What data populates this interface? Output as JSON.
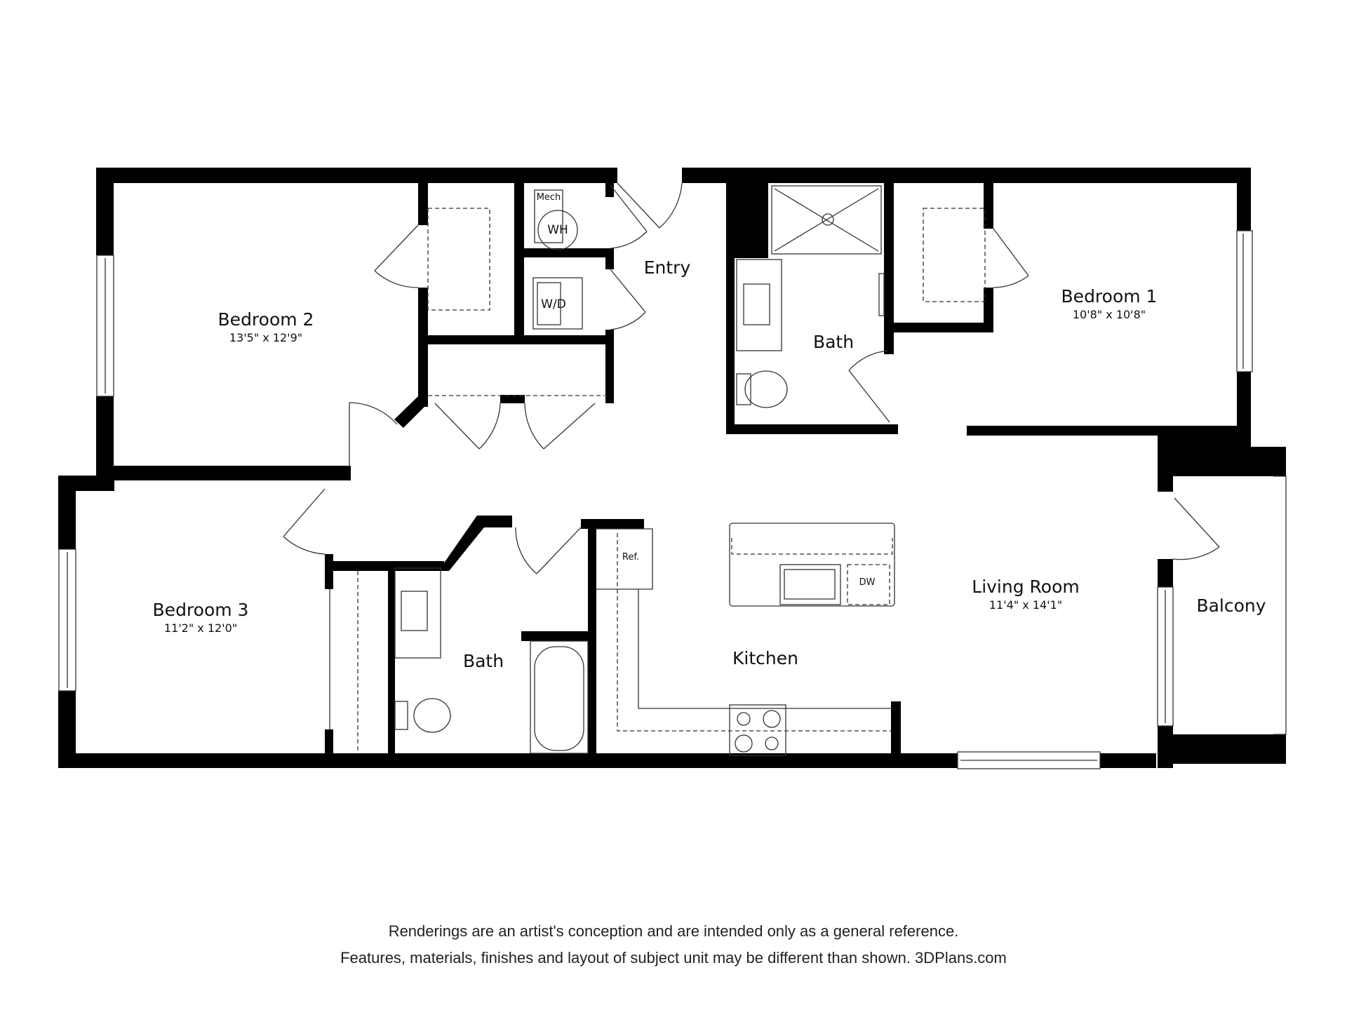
{
  "floorplan": {
    "rooms": [
      {
        "id": "bedroom-2",
        "name": "Bedroom 2",
        "dimensions": "13'5\" x 12'9\""
      },
      {
        "id": "bedroom-1",
        "name": "Bedroom 1",
        "dimensions": "10'8\" x 10'8\""
      },
      {
        "id": "bedroom-3",
        "name": "Bedroom 3",
        "dimensions": "11'2\" x 12'0\""
      },
      {
        "id": "living-room",
        "name": "Living Room",
        "dimensions": "11'4\" x 14'1\""
      },
      {
        "id": "entry",
        "name": "Entry"
      },
      {
        "id": "bath-1",
        "name": "Bath"
      },
      {
        "id": "bath-2",
        "name": "Bath"
      },
      {
        "id": "kitchen",
        "name": "Kitchen"
      },
      {
        "id": "balcony",
        "name": "Balcony"
      }
    ],
    "fixtures": {
      "mech": "Mech",
      "water_heater": "WH",
      "washer_dryer": "W/D",
      "refrigerator": "Ref.",
      "dishwasher": "DW"
    },
    "colors": {
      "wall": "#000000",
      "line": "#333333",
      "background": "#ffffff"
    }
  },
  "footer": {
    "line1": "Renderings are an artist's conception and are intended only as a general reference.",
    "line2": "Features, materials, finishes and layout of subject unit may be different than shown. 3DPlans.com"
  }
}
